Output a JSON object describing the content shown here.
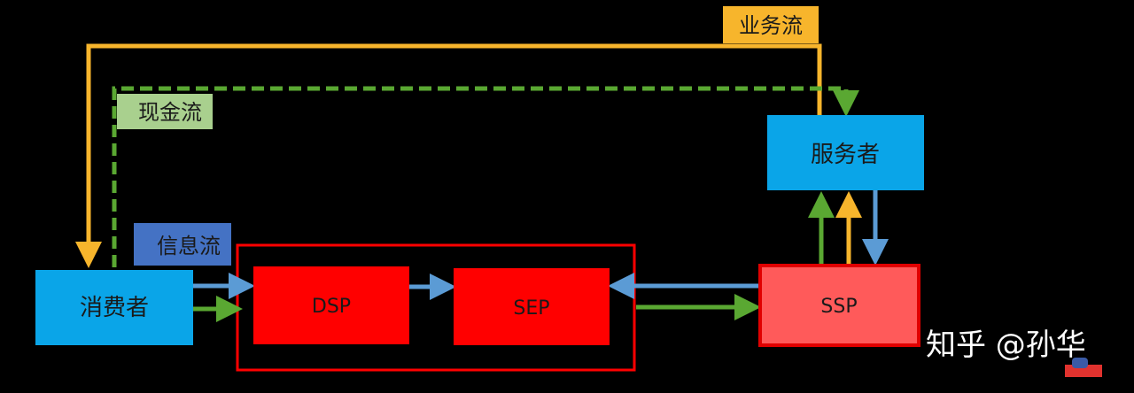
{
  "nodes": {
    "consumer": "消费者",
    "dsp": "DSP",
    "sep": "SEP",
    "ssp": "SSP",
    "provider": "服务者"
  },
  "flows": {
    "business": "业务流",
    "cash": "现金流",
    "info": "信息流"
  },
  "watermark": "知乎 @孙华",
  "colors": {
    "background": "#000000",
    "business": "#f7b52c",
    "cash": "#5aa832",
    "info": "#5b9bd5",
    "node_blue": "#0aa5e8",
    "node_red": "#ff0000",
    "node_ssp": "#ff5a5a",
    "business_label_bg": "#f7b52c",
    "cash_label_bg": "#a9d08e",
    "info_label_bg": "#4472c4"
  }
}
